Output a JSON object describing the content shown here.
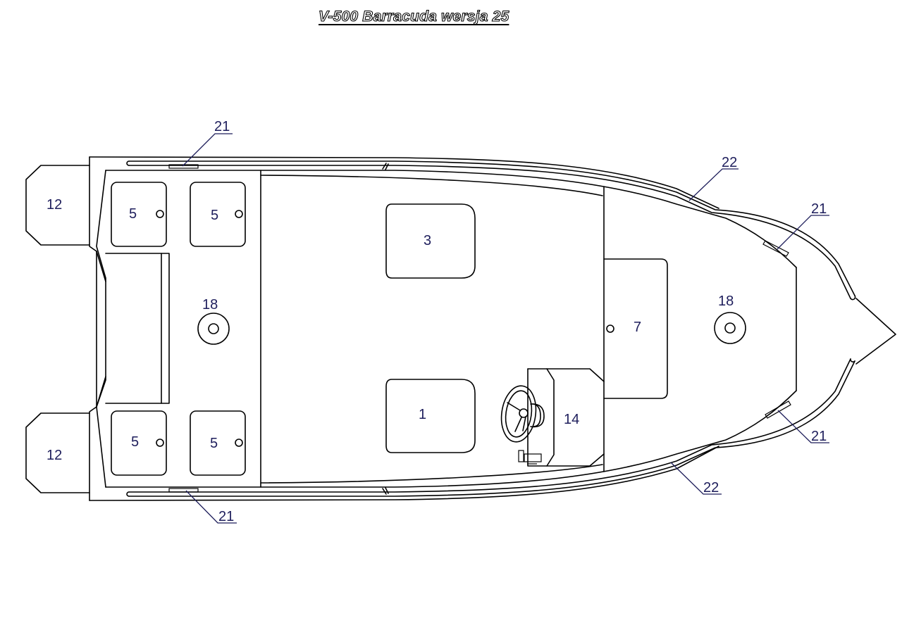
{
  "title": "V-500 Barracuda wersja 25",
  "colors": {
    "line": "#000000",
    "label": "#1e1e5c",
    "background": "#ffffff"
  },
  "labels": {
    "engine_mount_top": "12",
    "engine_mount_bottom": "12",
    "locker_aft_top_left": "5",
    "locker_aft_top_right": "5",
    "locker_aft_bottom_left": "5",
    "locker_aft_bottom_right": "5",
    "cleat_aft": "18",
    "cleat_bow": "18",
    "hatch_forward_seat": "3",
    "hatch_driver_seat": "1",
    "bow_locker": "7",
    "console": "14"
  },
  "callouts": {
    "rail_cleat_top_aft": "21",
    "rail_cleat_bottom_aft": "21",
    "rail_cleat_top_bow": "21",
    "rail_cleat_bottom_bow": "21",
    "rub_rail_top": "22",
    "rub_rail_bottom": "22"
  }
}
